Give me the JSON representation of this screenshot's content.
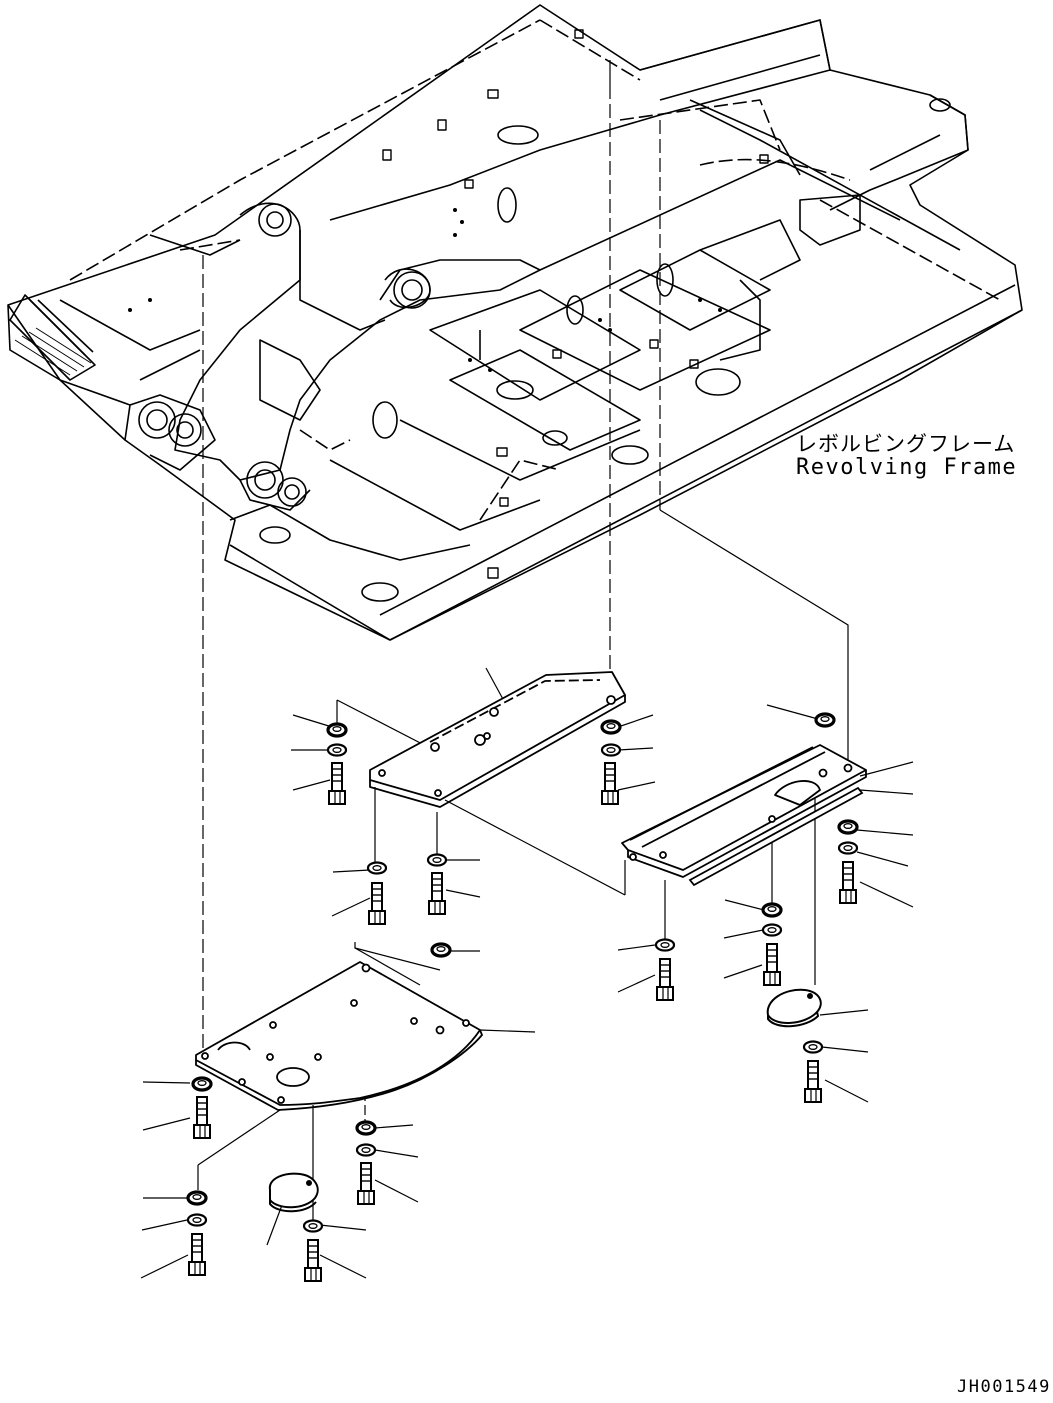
{
  "labels": {
    "frame_name_jp": "レボルビングフレーム",
    "frame_name_en": "Revolving Frame",
    "drawing_id": "JH001549"
  },
  "colors": {
    "line": "#000000",
    "background": "#ffffff"
  }
}
